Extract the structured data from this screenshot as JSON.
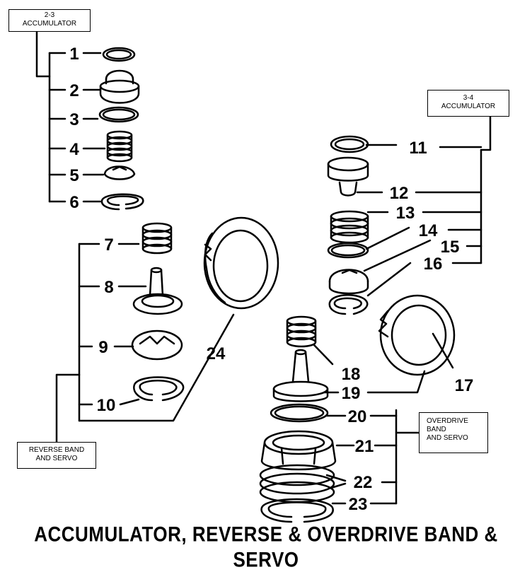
{
  "labels": {
    "acc_23": [
      "2-3",
      "ACCUMULATOR"
    ],
    "acc_34": [
      "3-4",
      "ACCUMULATOR"
    ],
    "reverse": [
      "REVERSE BAND",
      "AND SERVO"
    ],
    "overdrive": [
      "OVERDRIVE",
      "BAND",
      "AND SERVO"
    ]
  },
  "parts": [
    "1",
    "2",
    "3",
    "4",
    "5",
    "6",
    "7",
    "8",
    "9",
    "10",
    "11",
    "12",
    "13",
    "14",
    "15",
    "16",
    "17",
    "18",
    "19",
    "20",
    "21",
    "22",
    "23",
    "24"
  ],
  "caption": "ACCUMULATOR, REVERSE & OVERDRIVE BAND & SERVO",
  "colors": {
    "ink": "#000000",
    "paper": "#ffffff"
  }
}
